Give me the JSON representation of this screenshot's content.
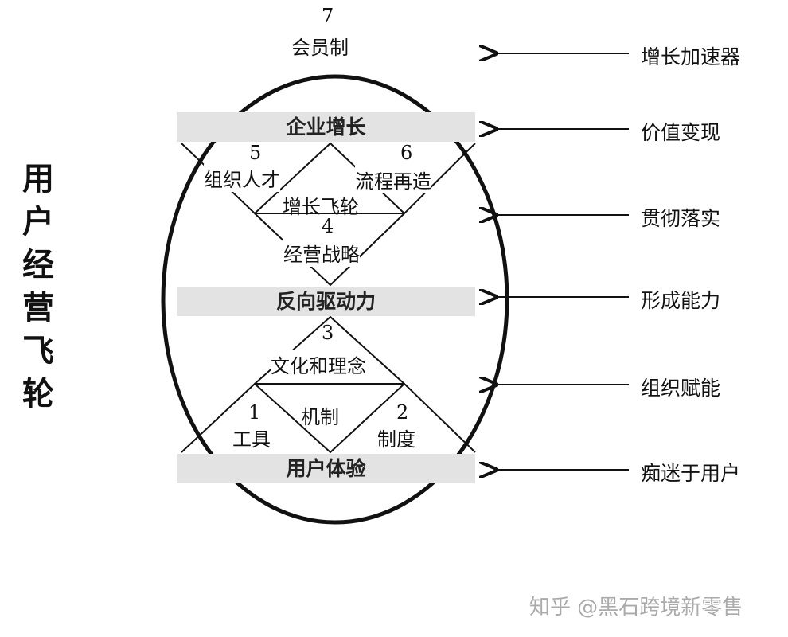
{
  "title_vertical": "用户经营飞轮",
  "top": {
    "number": "7",
    "label": "会员制"
  },
  "bars": {
    "growth": "企业增长",
    "drive": "反向驱动力",
    "experience": "用户体验"
  },
  "nodes": [
    {
      "number": "5",
      "label": "组织人才"
    },
    {
      "number": "6",
      "label": "流程再造"
    },
    {
      "number": "",
      "label": "增长飞轮"
    },
    {
      "number": "4",
      "label": "经营战略"
    },
    {
      "number": "3",
      "label": "文化和理念"
    },
    {
      "number": "",
      "label": "机制"
    },
    {
      "number": "1",
      "label": "工具"
    },
    {
      "number": "2",
      "label": "制度"
    }
  ],
  "right_labels": [
    "增长加速器",
    "价值变现",
    "贯彻落实",
    "形成能力",
    "组织赋能",
    "痴迷于用户"
  ],
  "watermark": "知乎 @黑石跨境新零售"
}
